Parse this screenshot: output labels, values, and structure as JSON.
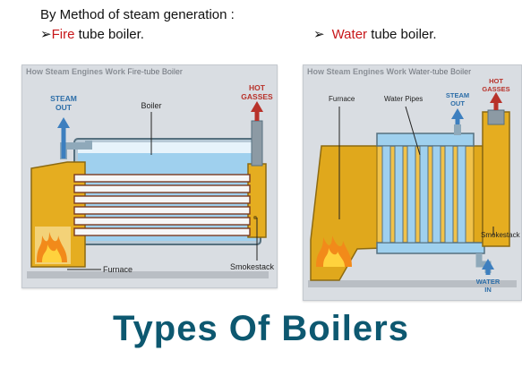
{
  "header": {
    "line1": "By Method of steam generation :",
    "fire_bullet": "➢",
    "fire_word": "Fire",
    "fire_rest": " tube boiler.",
    "water_bullet": "➢",
    "water_word": "Water",
    "water_rest": " tube boiler."
  },
  "fire_panel": {
    "title_bold": "How Steam Engines Work",
    "title_rest": "Fire-tube Boiler",
    "labels": {
      "steam_out_1": "STEAM",
      "steam_out_2": "OUT",
      "boiler": "Boiler",
      "hot_gasses_1": "HOT",
      "hot_gasses_2": "GASSES",
      "furnace": "Furnace",
      "smokestack": "Smokestack"
    }
  },
  "water_panel": {
    "title_bold": "How Steam Engines Work",
    "title_rest": "Water-tube Boiler",
    "labels": {
      "furnace": "Furnace",
      "water_pipes": "Water Pipes",
      "steam_out_1": "STEAM",
      "steam_out_2": "OUT",
      "hot_gasses_1": "HOT",
      "hot_gasses_2": "GASSES",
      "smokestack": "Smokestack",
      "water_in_1": "WATER",
      "water_in_2": "IN"
    }
  },
  "title": "Types Of Boilers",
  "colors": {
    "title": "#0d5870",
    "fire_word": "#c8171a",
    "water_blue": "#2f7fc8",
    "furnace_gold": "#e0a81c",
    "hot_red": "#b8322a",
    "steam_blue": "#3d7fbf"
  }
}
